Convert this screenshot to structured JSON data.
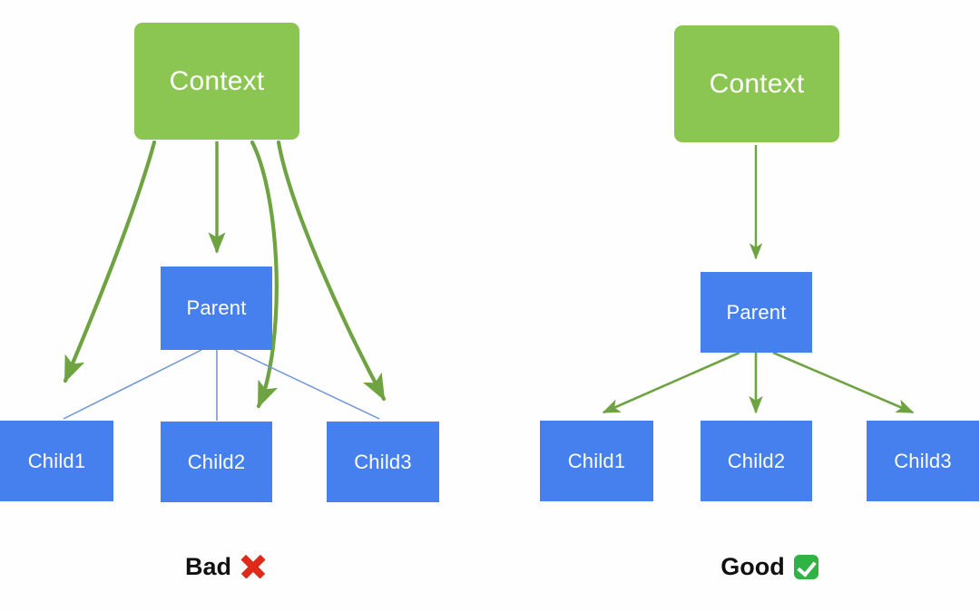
{
  "figure": {
    "title": "Context propagation: prop drilling vs single context consumer",
    "background_color": "#fefefe",
    "colors": {
      "context_fill": "#8cc652",
      "node_fill": "#4680ee",
      "arrow_green": "#6fa341",
      "thin_link_blue": "#6c93d9",
      "label_text": "#111111",
      "node_text": "#ffffff",
      "cross_red": "#dd2a1b",
      "check_green": "#2fb344"
    }
  },
  "panels": [
    {
      "id": "bad",
      "caption": {
        "label": "Bad",
        "mark_icon": "cross-mark-icon",
        "mark_glyph": "❌"
      },
      "nodes": [
        {
          "id": "context",
          "label": "Context",
          "type": "context"
        },
        {
          "id": "parent",
          "label": "Parent",
          "type": "node"
        },
        {
          "id": "child1",
          "label": "Child1",
          "type": "node"
        },
        {
          "id": "child2",
          "label": "Child2",
          "type": "node"
        },
        {
          "id": "child3",
          "label": "Child3",
          "type": "node"
        }
      ],
      "edges": [
        {
          "from": "context",
          "to": "parent",
          "style": "green-arrow"
        },
        {
          "from": "context",
          "to": "child1",
          "style": "green-arrow"
        },
        {
          "from": "context",
          "to": "child2",
          "style": "green-arrow"
        },
        {
          "from": "context",
          "to": "child3",
          "style": "green-arrow"
        },
        {
          "from": "parent",
          "to": "child1",
          "style": "thin-blue-line"
        },
        {
          "from": "parent",
          "to": "child2",
          "style": "thin-blue-line"
        },
        {
          "from": "parent",
          "to": "child3",
          "style": "thin-blue-line"
        }
      ]
    },
    {
      "id": "good",
      "caption": {
        "label": "Good",
        "mark_icon": "check-mark-button-icon",
        "mark_glyph": "✅"
      },
      "nodes": [
        {
          "id": "context",
          "label": "Context",
          "type": "context"
        },
        {
          "id": "parent",
          "label": "Parent",
          "type": "node"
        },
        {
          "id": "child1",
          "label": "Child1",
          "type": "node"
        },
        {
          "id": "child2",
          "label": "Child2",
          "type": "node"
        },
        {
          "id": "child3",
          "label": "Child3",
          "type": "node"
        }
      ],
      "edges": [
        {
          "from": "context",
          "to": "parent",
          "style": "green-arrow"
        },
        {
          "from": "parent",
          "to": "child1",
          "style": "green-arrow"
        },
        {
          "from": "parent",
          "to": "child2",
          "style": "green-arrow"
        },
        {
          "from": "parent",
          "to": "child3",
          "style": "green-arrow"
        }
      ]
    }
  ],
  "labels": {
    "bad_context": "Context",
    "bad_parent": "Parent",
    "bad_child1": "Child1",
    "bad_child2": "Child2",
    "bad_child3": "Child3",
    "bad_caption": "Bad",
    "good_context": "Context",
    "good_parent": "Parent",
    "good_child1": "Child1",
    "good_child2": "Child2",
    "good_child3": "Child3",
    "good_caption": "Good"
  }
}
